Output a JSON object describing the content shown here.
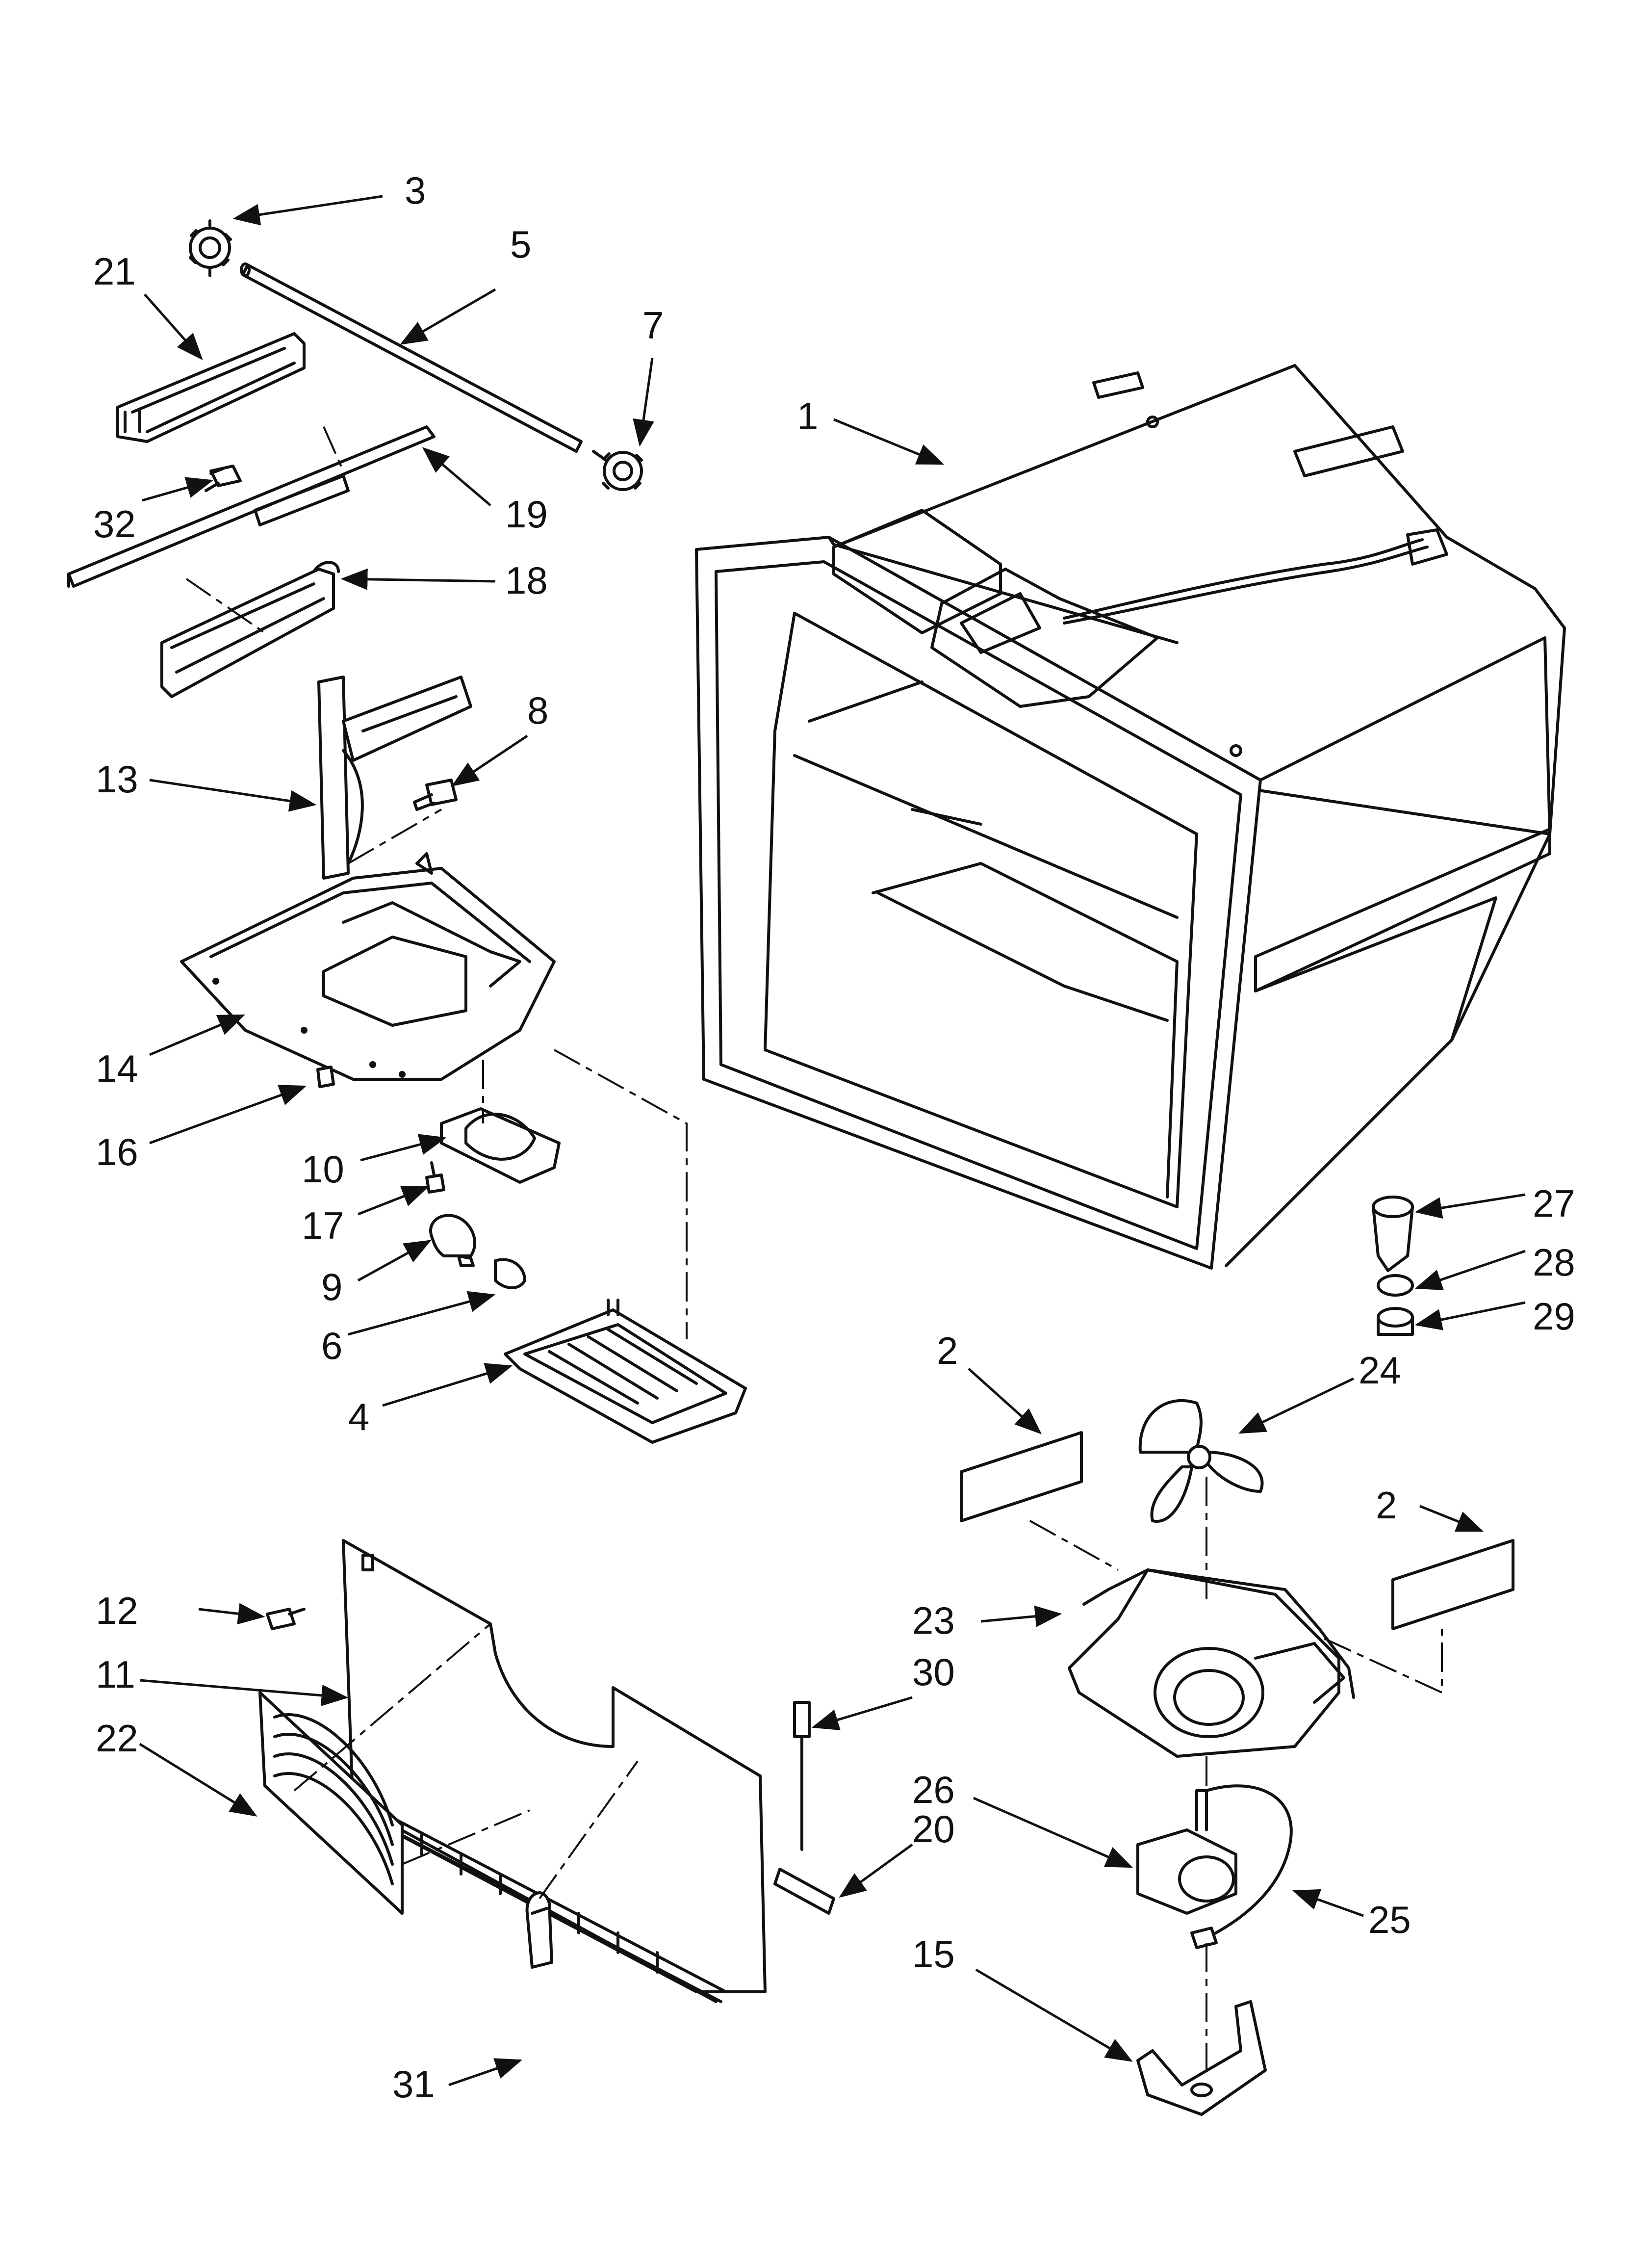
{
  "callouts": {
    "c1": "1",
    "c2a": "2",
    "c2b": "2",
    "c3": "3",
    "c4": "4",
    "c5": "5",
    "c6": "6",
    "c7": "7",
    "c8": "8",
    "c9": "9",
    "c10": "10",
    "c11": "11",
    "c12": "12",
    "c13": "13",
    "c14": "14",
    "c15": "15",
    "c16": "16",
    "c17": "17",
    "c18": "18",
    "c19": "19",
    "c20": "20",
    "c21": "21",
    "c22": "22",
    "c23": "23",
    "c24": "24",
    "c25": "25",
    "c26": "26",
    "c27": "27",
    "c28": "28",
    "c29": "29",
    "c30": "30",
    "c31": "31",
    "c32": "32"
  },
  "colors": {
    "line": "#111111",
    "background": "#ffffff"
  }
}
